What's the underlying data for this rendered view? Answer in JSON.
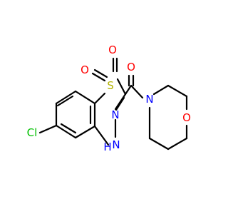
{
  "molecule": {
    "colors": {
      "bond": "#000000",
      "S": "#b3b300",
      "O": "#ff0000",
      "N": "#0000ff",
      "Cl": "#00c000"
    },
    "atoms": {
      "S": {
        "symbol": "S",
        "color": "#b3b300"
      },
      "O1": {
        "symbol": "O",
        "color": "#ff0000"
      },
      "O2": {
        "symbol": "O",
        "color": "#ff0000"
      },
      "O3": {
        "symbol": "O",
        "color": "#ff0000"
      },
      "O4": {
        "symbol": "O",
        "color": "#ff0000"
      },
      "N1": {
        "symbol": "N",
        "color": "#0000ff"
      },
      "N2": {
        "symbol": "N",
        "color": "#0000ff"
      },
      "N3": {
        "symbol": "N",
        "color": "#0000ff"
      },
      "H": {
        "symbol": "H",
        "color": "#0000ff"
      },
      "Cl": {
        "symbol": "Cl",
        "color": "#00c000"
      }
    }
  }
}
